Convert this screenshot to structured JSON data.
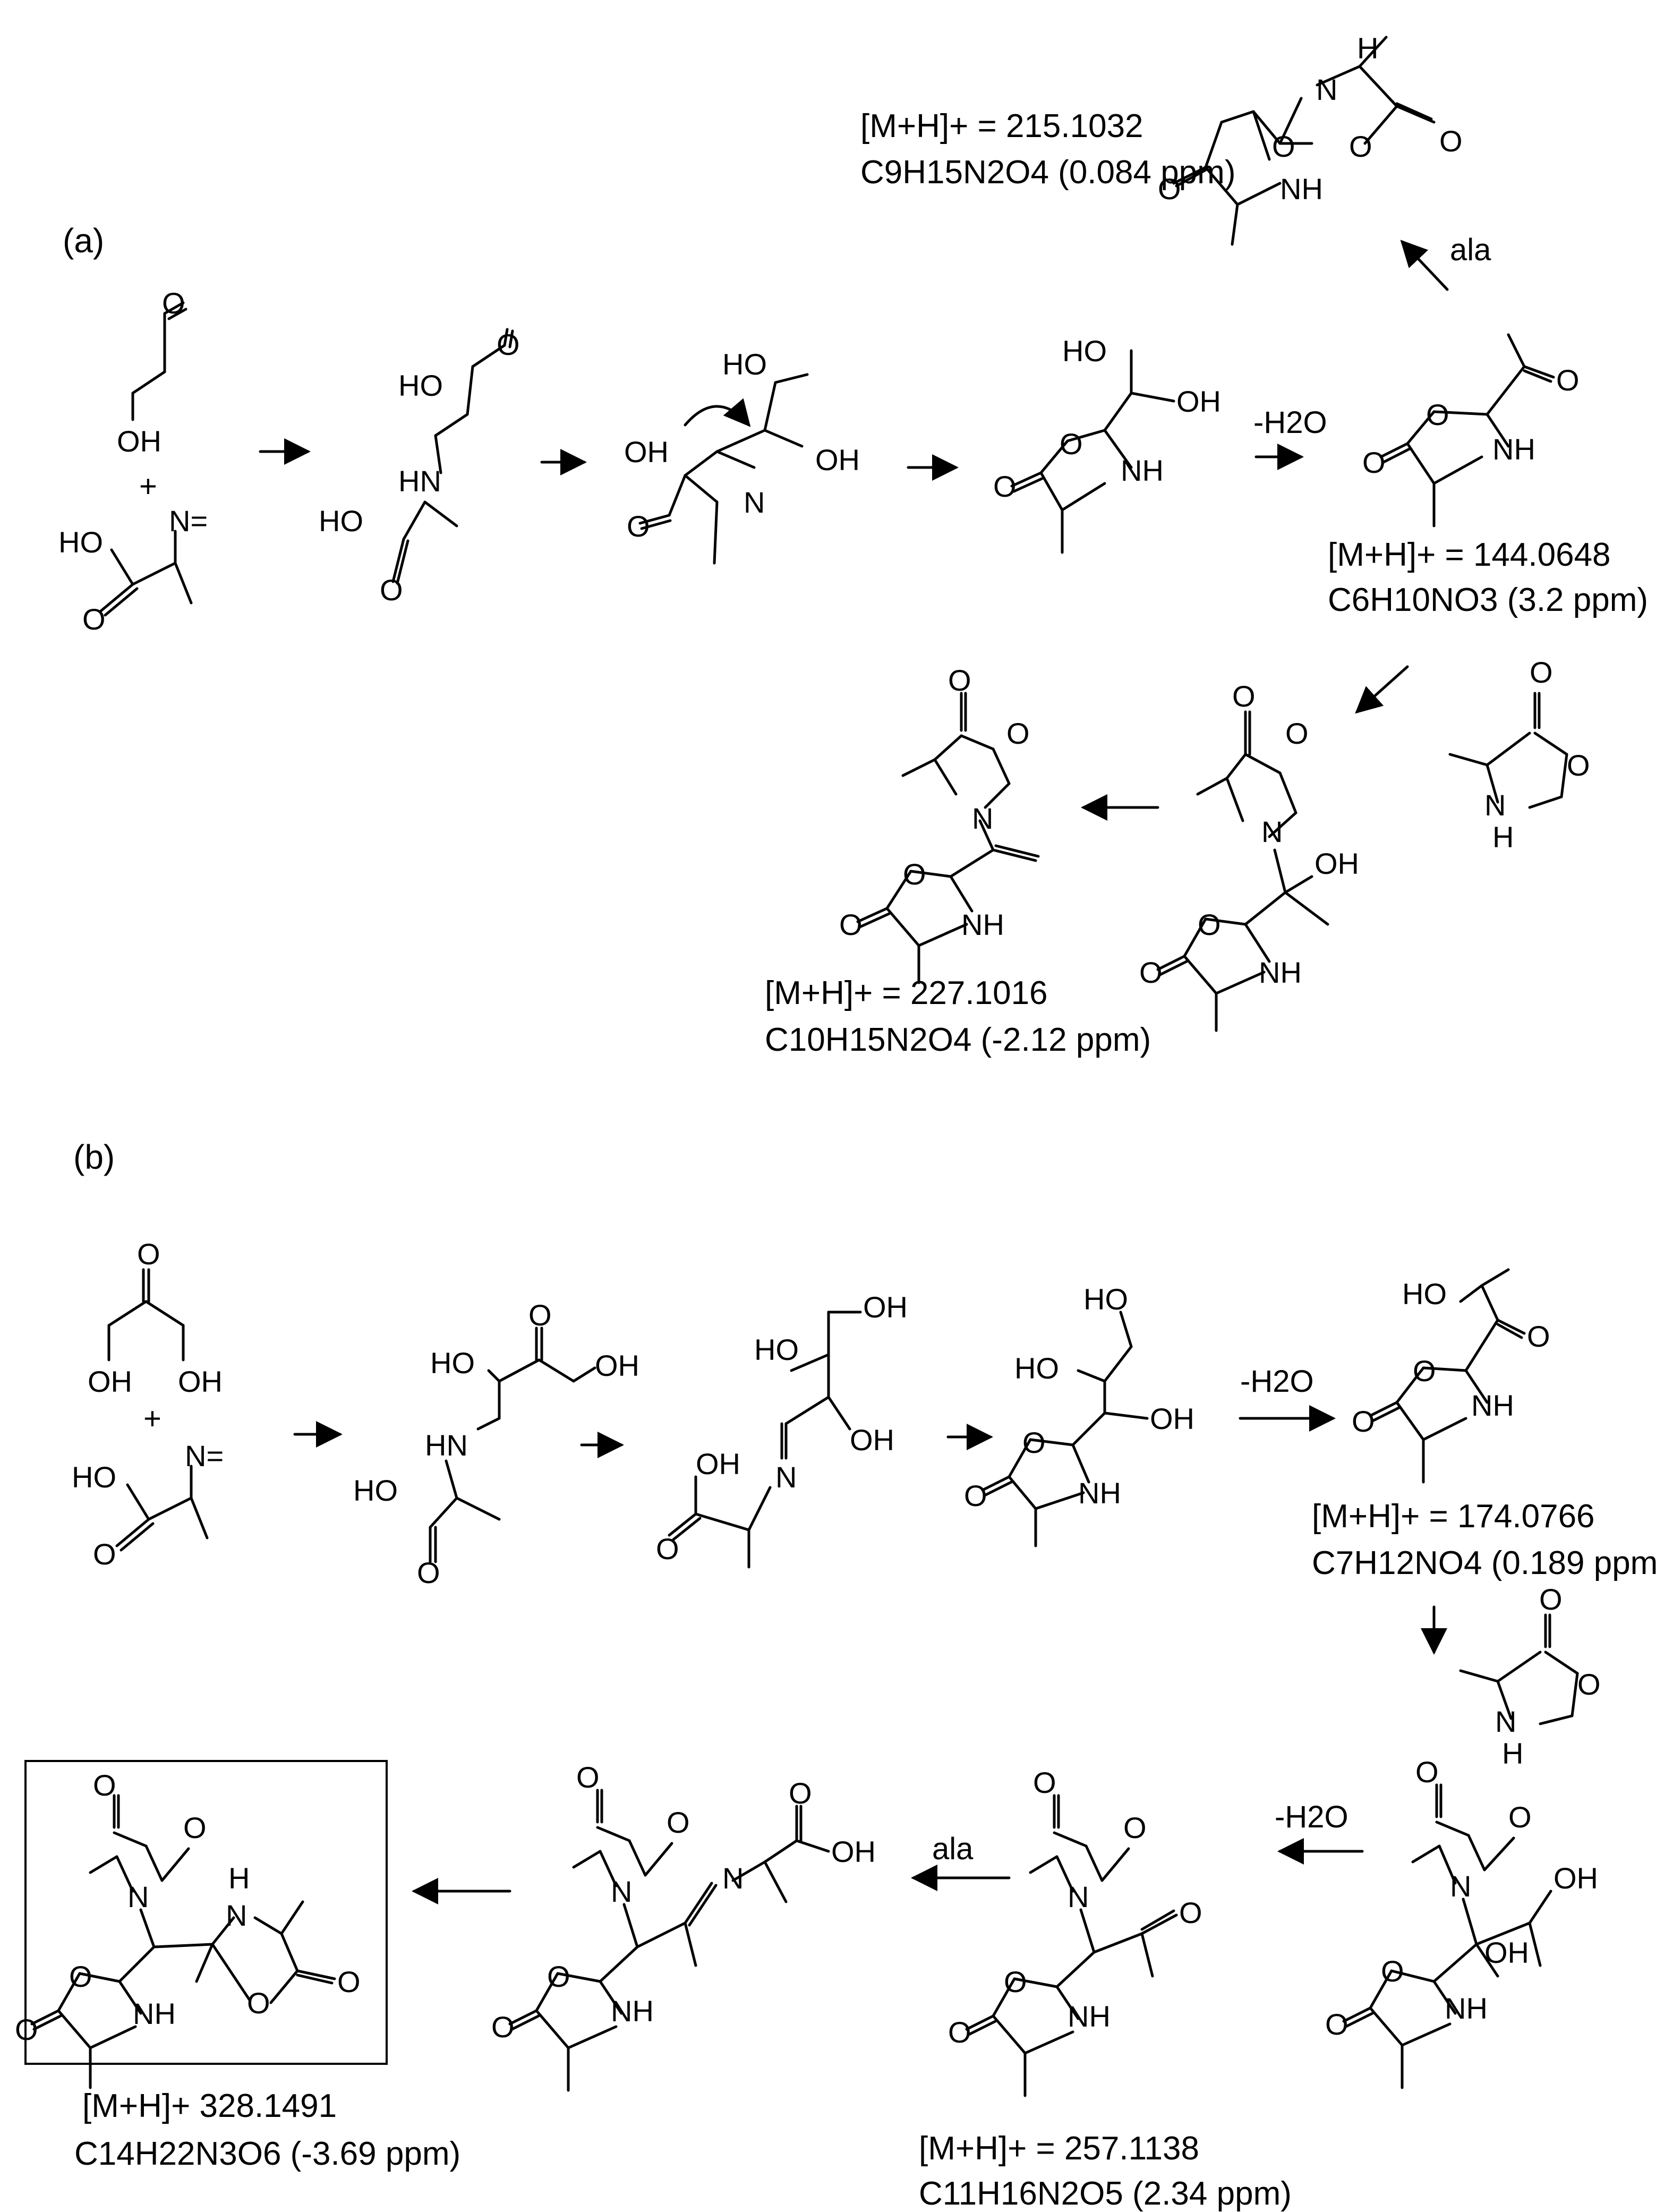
{
  "panel_a": {
    "label": "(a)",
    "caption_ala_top": {
      "mz": "[M+H]+ = 215.1032",
      "formula": "C9H15N2O4 (0.084 ppm)"
    },
    "caption_144": {
      "mz": "[M+H]+ = 144.0648",
      "formula": "C6H10NO3 (3.2 ppm)"
    },
    "caption_227": {
      "mz": "[M+H]+ = 227.1016",
      "formula": "C10H15N2O4 (-2.12 ppm)"
    },
    "dehydration_label": "-H2O",
    "ala_label": "ala",
    "plus": "+"
  },
  "panel_b": {
    "label": "(b)",
    "caption_174": {
      "mz": "[M+H]+ = 174.0766",
      "formula": "C7H12NO4 (0.189 ppm)"
    },
    "caption_257": {
      "mz": "[M+H]+ = 257.1138",
      "formula": "C11H16N2O5 (2.34 ppm)"
    },
    "caption_328": {
      "mz": "[M+H]+  328.1491",
      "formula": "C14H22N3O6 (-3.69 ppm)"
    },
    "dehydration_label_1": "-H2O",
    "dehydration_label_2": "-H2O",
    "ala_label": "ala",
    "plus": "+"
  },
  "atom_labels": {
    "O": "O",
    "OH": "OH",
    "HO": "HO",
    "N": "N",
    "NH": "NH",
    "HN": "HN",
    "H": "H",
    "N_eq": "N="
  }
}
